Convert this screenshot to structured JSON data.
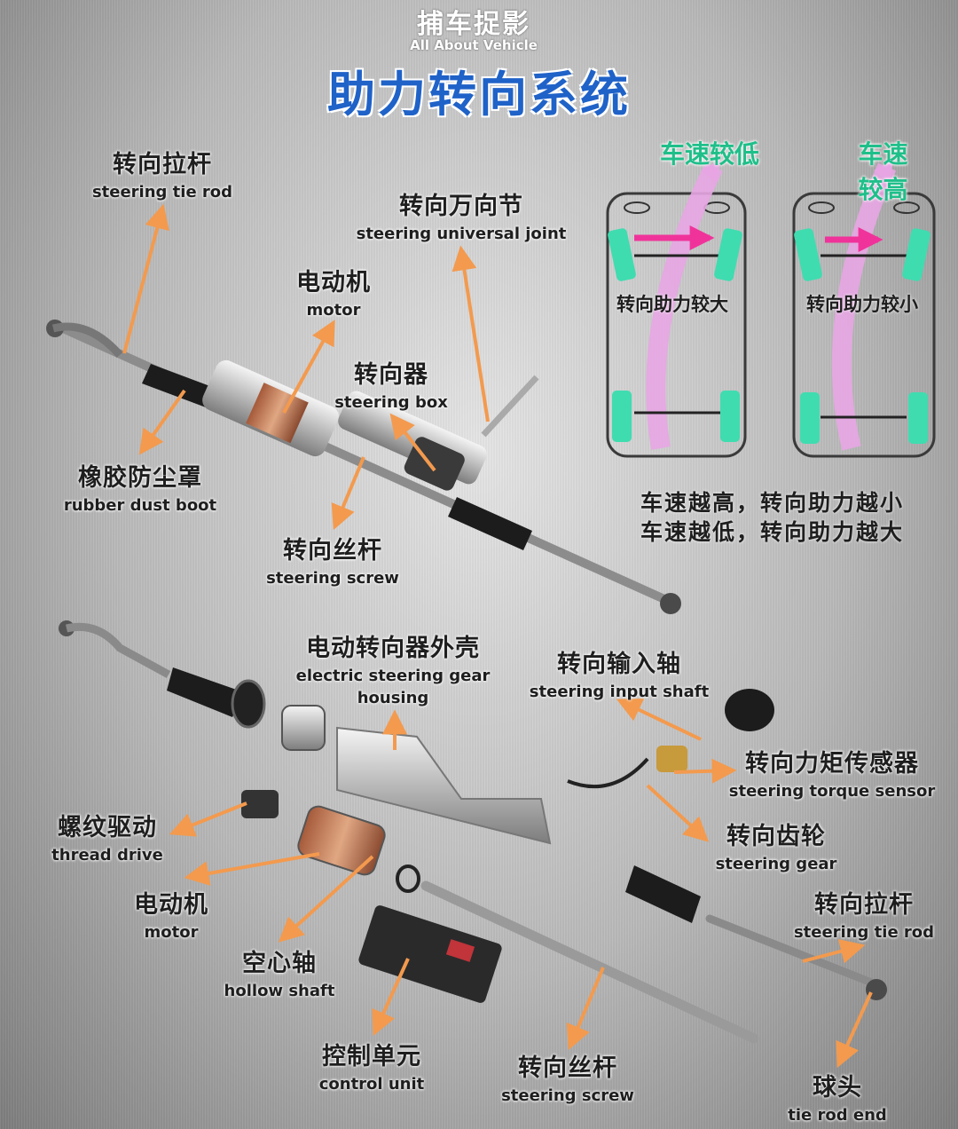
{
  "brand": {
    "name": "捕车捉影",
    "sub": "All About Vehicle"
  },
  "title": "助力转向系统",
  "speed_panel": {
    "low": {
      "label": "车速较低",
      "assist": "转向助力较大"
    },
    "high": {
      "label": "车速较高",
      "assist": "转向助力较小"
    },
    "summary": [
      "车速越高，转向助力越小",
      "车速越低，转向助力越大"
    ]
  },
  "top_labels": {
    "tie_rod": {
      "zh": "转向拉杆",
      "en": "steering tie rod"
    },
    "universal_joint": {
      "zh": "转向万向节",
      "en": "steering universal joint"
    },
    "motor": {
      "zh": "电动机",
      "en": "motor"
    },
    "steering_box": {
      "zh": "转向器",
      "en": "steering box"
    },
    "dust_boot": {
      "zh": "橡胶防尘罩",
      "en": "rubber dust boot"
    },
    "screw": {
      "zh": "转向丝杆",
      "en": "steering screw"
    }
  },
  "bottom_labels": {
    "housing": {
      "zh": "电动转向器外壳",
      "en1": "electric steering gear",
      "en2": "housing"
    },
    "input_shaft": {
      "zh": "转向输入轴",
      "en": "steering input shaft"
    },
    "torque_sensor": {
      "zh": "转向力矩传感器",
      "en": "steering torque sensor"
    },
    "thread_drive": {
      "zh": "螺纹驱动",
      "en": "thread drive"
    },
    "steering_gear": {
      "zh": "转向齿轮",
      "en": "steering gear"
    },
    "motor": {
      "zh": "电动机",
      "en": "motor"
    },
    "tie_rod": {
      "zh": "转向拉杆",
      "en": "steering tie rod"
    },
    "hollow_shaft": {
      "zh": "空心轴",
      "en": "hollow shaft"
    },
    "control_unit": {
      "zh": "控制单元",
      "en": "control unit"
    },
    "screw": {
      "zh": "转向丝杆",
      "en": "steering screw"
    },
    "tie_rod_end": {
      "zh": "球头",
      "en": "tie rod end"
    }
  },
  "colors": {
    "title": "#1f62c8",
    "speed_label": "#1fbf8a",
    "wheel": "#3fdcb0",
    "arrow": "#f39a4e",
    "path": "#e7a6e3",
    "force": "#f0339a"
  }
}
